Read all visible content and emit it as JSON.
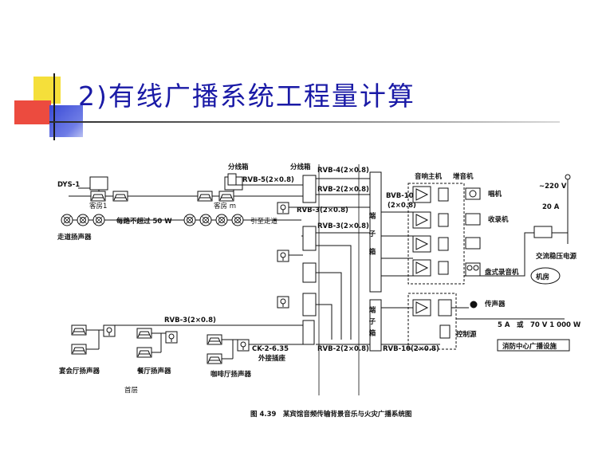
{
  "slide": {
    "title": "2)有线广播系统工程量计算"
  },
  "diagram": {
    "caption": "图 4.39　某宾馆音频传输背景音乐与火灾广播系统图",
    "labels": {
      "dys": "DYS-1",
      "room1": "客房1",
      "room_m": "客房 m",
      "max_per_circuit": "每路不超过 50 W",
      "corridor_speaker": "走道扬声器",
      "to_corridor": "引至走道",
      "junction_box_1": "分线箱",
      "junction_box_2": "分线箱",
      "rvb5": "RVB-5(2×0.8)",
      "rvb4": "RVB-4(2×0.8)",
      "rvb2_top": "RVB-2(2×0.8)",
      "rvb3_a": "RVB-3(2×0.8)",
      "rvb3_b": "RVB-3(2×0.8)",
      "rvb3_floor": "RVB-3(2×0.8)",
      "rvb2_bottom": "RVB-2(2×0.8)",
      "rvb10_bottom": "RVB-10(2×0.8)",
      "bvb10": "BVB-10",
      "bvb10_size": "(2×0.8)",
      "terminal_box_1": "端子箱",
      "terminal_box_2": "端子箱",
      "main_amp": "音响主机",
      "booster_amp": "增音机",
      "record_player": "唱机",
      "radio": "收录机",
      "tape_recorder": "盘式录音机",
      "ac_regulator": "交流稳压电源",
      "machine_room": "机房",
      "mic": "传声器",
      "control_source": "控制源",
      "voltage": "~220 V",
      "current": "20 A",
      "fire_supply": "5 A　或　70 V 1 000 W",
      "fire_center": "消防中心广播设施",
      "banquet_speaker": "宴会厅扬声器",
      "dining_speaker": "餐厅扬声器",
      "cafe_speaker": "咖啡厅扬声器",
      "ck_socket": "CK-2-6.35",
      "external_socket": "外接插座",
      "ground_floor": "首层"
    }
  }
}
